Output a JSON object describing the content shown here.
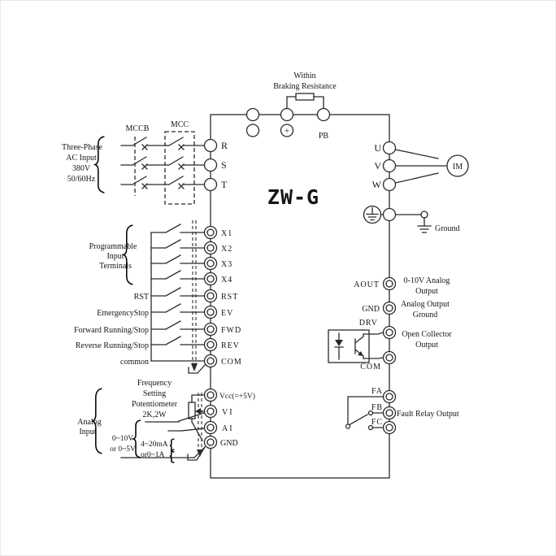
{
  "device": {
    "model": "ZW-G"
  },
  "power_input": {
    "source_line1": "Three-Phase",
    "source_line2": "AC Input",
    "source_line3": "380V",
    "source_line4": "50/60Hz",
    "breaker": "MCCB",
    "contactor": "MCC",
    "terminals": [
      "R",
      "S",
      "T"
    ]
  },
  "braking": {
    "note_line1": "Within",
    "note_line2": "Braking Resistance",
    "plus": "+",
    "terminal_pb": "PB"
  },
  "motor": {
    "terminals": [
      "U",
      "V",
      "W"
    ],
    "label": "IM",
    "ground": "Ground"
  },
  "digital_inputs": {
    "group_line1": "Programmable",
    "group_line2": "Input",
    "group_line3": "Terminals",
    "x_terminals": [
      "X1",
      "X2",
      "X3",
      "X4"
    ],
    "rows": [
      {
        "label": "RST",
        "terminal": "RST"
      },
      {
        "label": "EmergencyStop",
        "terminal": "EV"
      },
      {
        "label": "Forward Running/Stop",
        "terminal": "FWD"
      },
      {
        "label": "Reverse Running/Stop",
        "terminal": "REV"
      },
      {
        "label": "common",
        "terminal": "COM"
      }
    ]
  },
  "analog_inputs": {
    "pot_line1": "Frequency",
    "pot_line2": "Setting",
    "pot_line3": "Potentiometer",
    "pot_line4": "2K,2W",
    "group_line1": "Analog",
    "group_line2": "Input",
    "voltage_range_line1": "0~10V",
    "voltage_range_line2": "or 0~5V",
    "current_range_line1": "4~20mA",
    "current_range_line2": "or0~1A",
    "terminals": [
      "Vcc(=+5V)",
      "VI",
      "AI",
      "GND"
    ]
  },
  "analog_output": {
    "terminal": "AOUT",
    "desc_line1": "0-10V Analog",
    "desc_line2": "Output",
    "ground_terminal": "GND",
    "ground_line1": "Analog Output",
    "ground_line2": "Ground"
  },
  "open_collector": {
    "terminal_top": "DRV",
    "terminal_bottom": "COM",
    "desc_line1": "Open Collector",
    "desc_line2": "Output"
  },
  "fault_relay": {
    "terminals": [
      "FA",
      "FB",
      "FC"
    ],
    "desc": "Fault Relay Output"
  }
}
